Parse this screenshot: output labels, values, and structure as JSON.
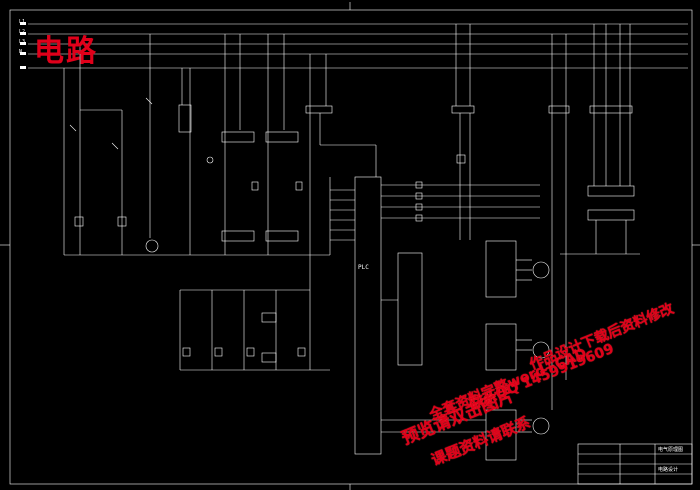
{
  "title": "电路",
  "bus_labels": [
    "L1",
    "L2",
    "L3",
    "N"
  ],
  "plc_label": "PLC",
  "watermark_lines": [
    "预览请双击图片",
    "全套资料完整word+CAD",
    "联系QQ 1459919609",
    "课题资料请联系",
    "作品设计下载后资料修改"
  ],
  "title_block": {
    "drawing_name": "电气原理图",
    "project": "电路设计"
  },
  "colors": {
    "background": "#000000",
    "lines": "#ffffff",
    "title": "#e0001a",
    "watermark": "#e0001a"
  }
}
